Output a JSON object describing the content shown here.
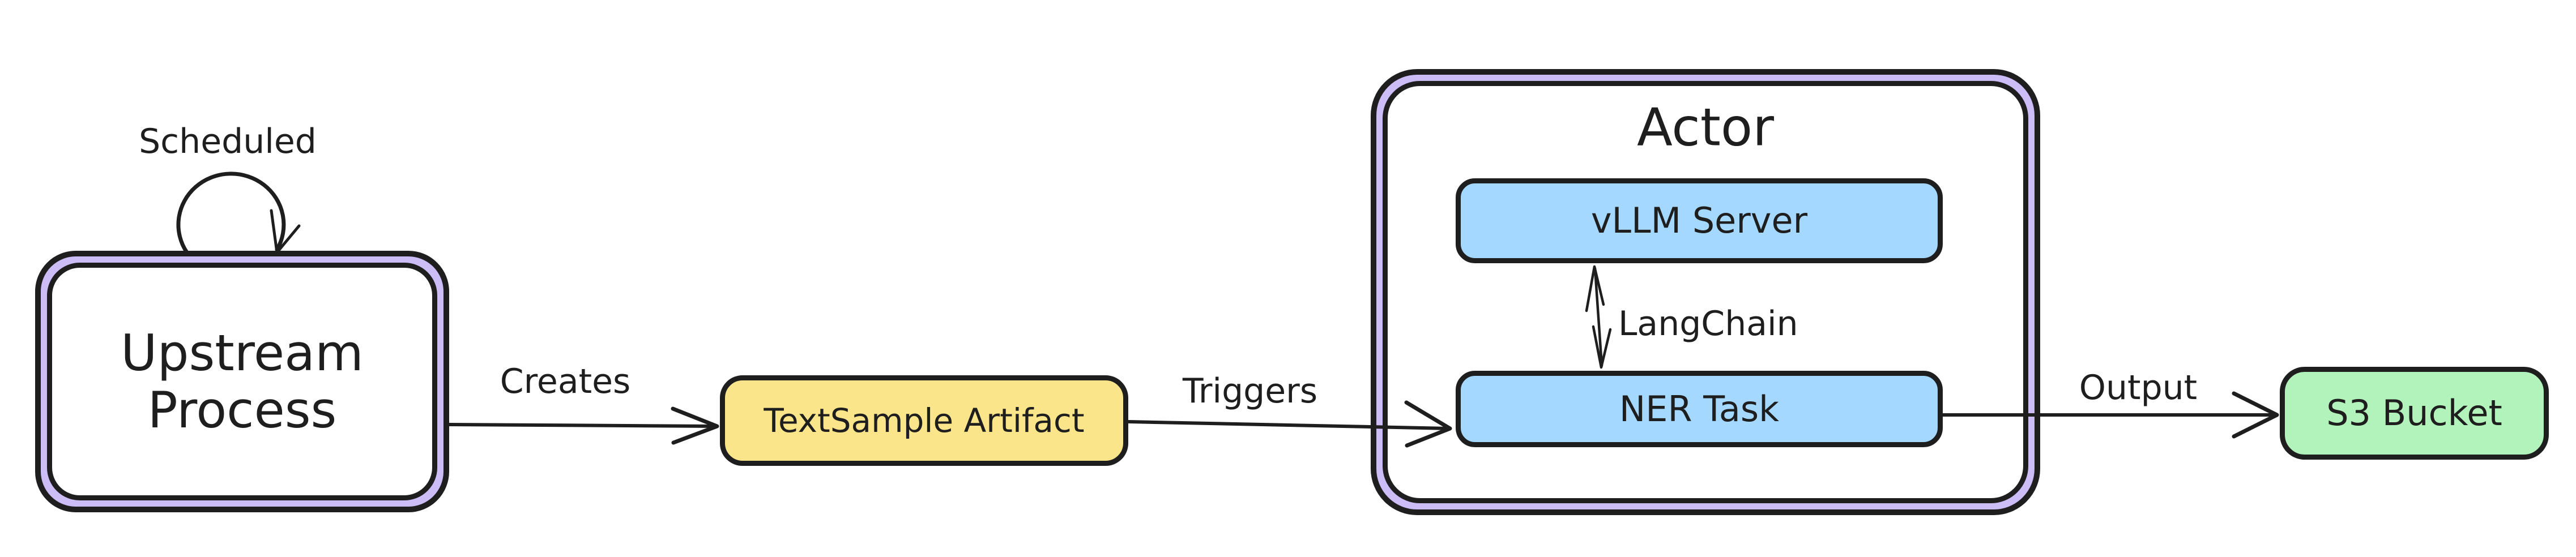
{
  "canvas": {
    "background": "#ffffff",
    "stroke": "#1e1e1e",
    "accent_purple": "#cdbdf6"
  },
  "nodes": {
    "upstream_process": {
      "label": "Upstream Process",
      "fill": "#ffffff",
      "border_accent": "#cdbdf6",
      "shape": "double-border rounded box"
    },
    "textsample_artifact": {
      "label": "TextSample Artifact",
      "fill": "#fae58a",
      "shape": "rounded box"
    },
    "actor": {
      "label": "Actor",
      "fill": "#ffffff",
      "border_accent": "#cdbdf6",
      "shape": "double-border rounded container"
    },
    "vllm_server": {
      "label": "vLLM Server",
      "fill": "#a5d8ff",
      "shape": "rounded box"
    },
    "ner_task": {
      "label": "NER Task",
      "fill": "#a5d8ff",
      "shape": "rounded box"
    },
    "s3_bucket": {
      "label": "S3 Bucket",
      "fill": "#b2f2bb",
      "shape": "rounded box"
    }
  },
  "edges": {
    "scheduled": {
      "label": "Scheduled",
      "from": "upstream_process",
      "to": "upstream_process",
      "style": "self-loop-arrow"
    },
    "creates": {
      "label": "Creates",
      "from": "upstream_process",
      "to": "textsample_artifact",
      "style": "arrow"
    },
    "triggers": {
      "label": "Triggers",
      "from": "textsample_artifact",
      "to": "ner_task",
      "style": "arrow"
    },
    "langchain": {
      "label": "LangChain",
      "from": "vllm_server",
      "to": "ner_task",
      "style": "double-headed-arrow"
    },
    "output": {
      "label": "Output",
      "from": "ner_task",
      "to": "s3_bucket",
      "style": "arrow"
    }
  }
}
